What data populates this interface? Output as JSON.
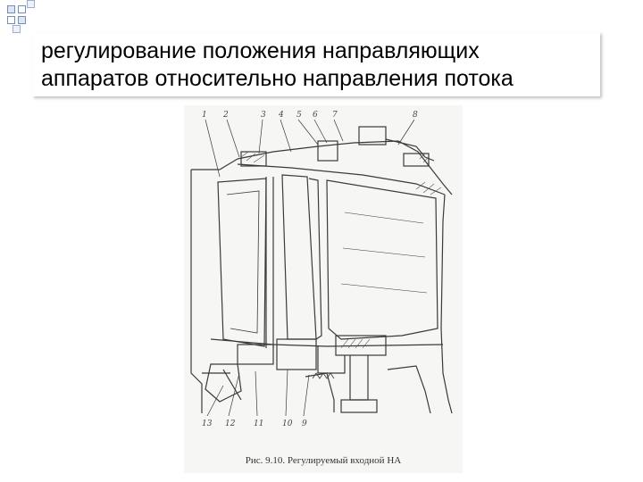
{
  "slide": {
    "title": "регулирование положения направляющих аппаратов относительно направления потока",
    "decoration_icon": "stacked-squares-icon"
  },
  "figure": {
    "caption": "Рис. 9.10. Регулируемый входной НА",
    "top_labels": [
      "1",
      "2",
      "3",
      "4",
      "5",
      "6",
      "7",
      "8"
    ],
    "bottom_labels": [
      "13",
      "12",
      "11",
      "10",
      "9"
    ]
  },
  "colors": {
    "square_border": "#6f8fbf",
    "ink": "#3a3a3a"
  }
}
